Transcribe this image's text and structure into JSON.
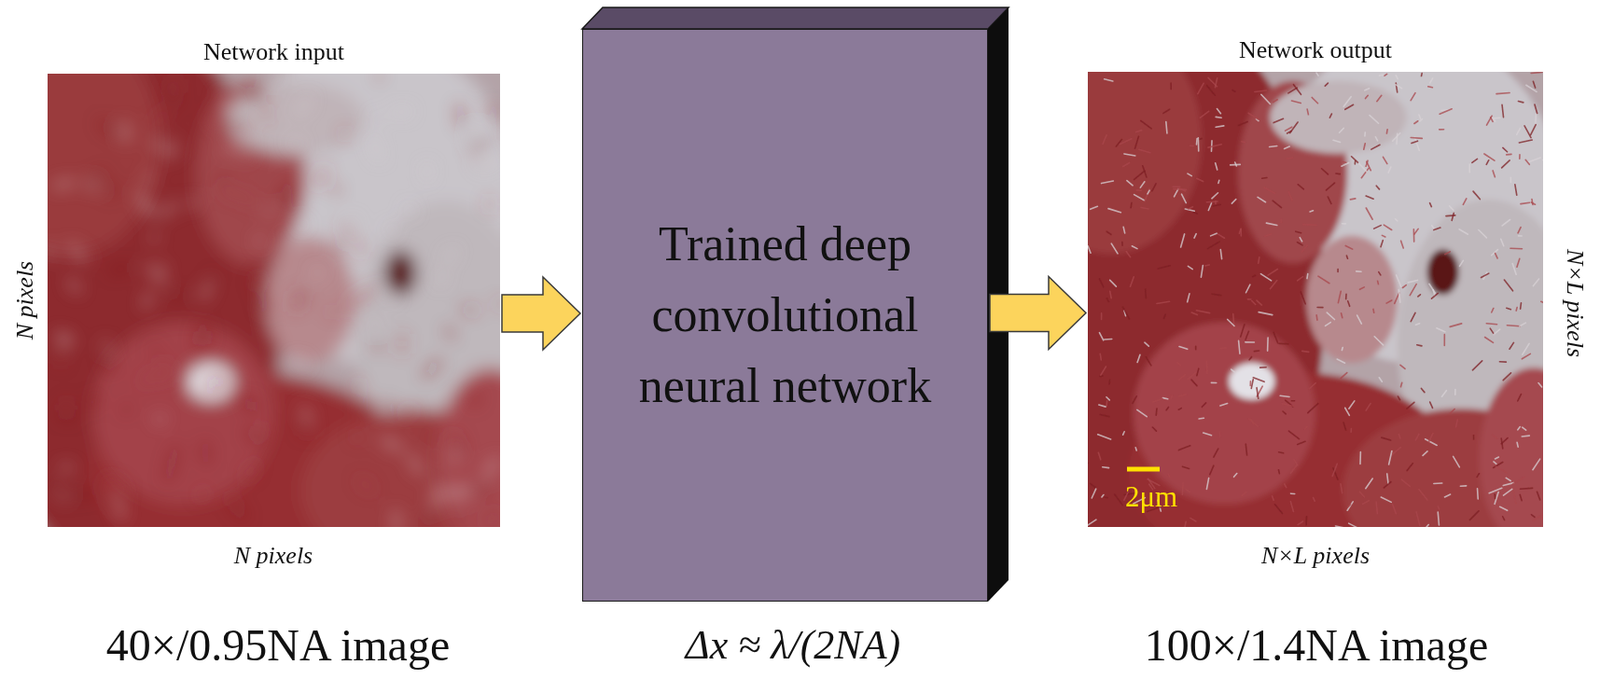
{
  "diagram": {
    "nodes": [
      {
        "text": [
          "Network input"
        ]
      },
      {
        "text": [
          "Trained deep convolutional neural network"
        ]
      },
      {
        "text": [
          "Network output",
          "2μm"
        ]
      }
    ],
    "edges": [
      {
        "from": 0,
        "to": 1,
        "arrow": "to"
      },
      {
        "from": 1,
        "to": 2,
        "arrow": "to"
      }
    ],
    "labels": [
      "N pixels",
      "N pixels",
      "40×/0.95NA image",
      "Δx ≈ λ/(2NA)",
      "N×L pixels",
      "N×L pixels",
      "100×/1.4NA image"
    ]
  }
}
